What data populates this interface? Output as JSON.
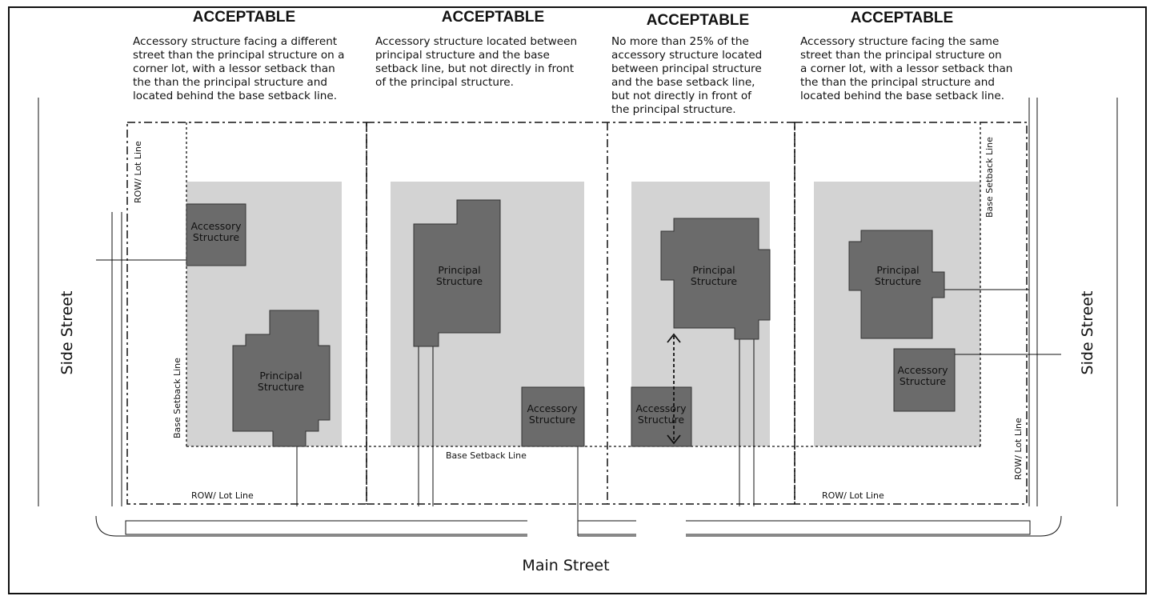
{
  "panels": [
    {
      "heading": "ACCEPTABLE",
      "description": "Accessory structure facing a different\nstreet than the principal structure on a\ncorner lot, with a lessor setback than\nthe than the principal structure and\nlocated behind the base setback line."
    },
    {
      "heading": "ACCEPTABLE",
      "description": "Accessory structure located between\nprincipal structure and the base\nsetback line, but not directly in front\nof the principal structure."
    },
    {
      "heading": "ACCEPTABLE",
      "description": "No more than 25% of the\naccessory structure located\nbetween principal structure\nand the base setback line,\nbut not directly in front of\nthe principal structure."
    },
    {
      "heading": "ACCEPTABLE",
      "description": "Accessory structure facing the same\nstreet than the principal structure on\na corner lot, with a lessor setback than\nthe than the principal structure and\nlocated behind the base setback line."
    }
  ],
  "labels": {
    "principal": "Principal\nStructure",
    "accessory": "Accessory\nStructure",
    "base_setback_line": "Base Setback Line",
    "row_lot_line": "ROW/ Lot Line",
    "side_street": "Side Street",
    "main_street": "Main Street"
  },
  "colors": {
    "lot_fill": "#d3d3d3",
    "building_fill": "#6b6b6b",
    "line": "#111111"
  }
}
